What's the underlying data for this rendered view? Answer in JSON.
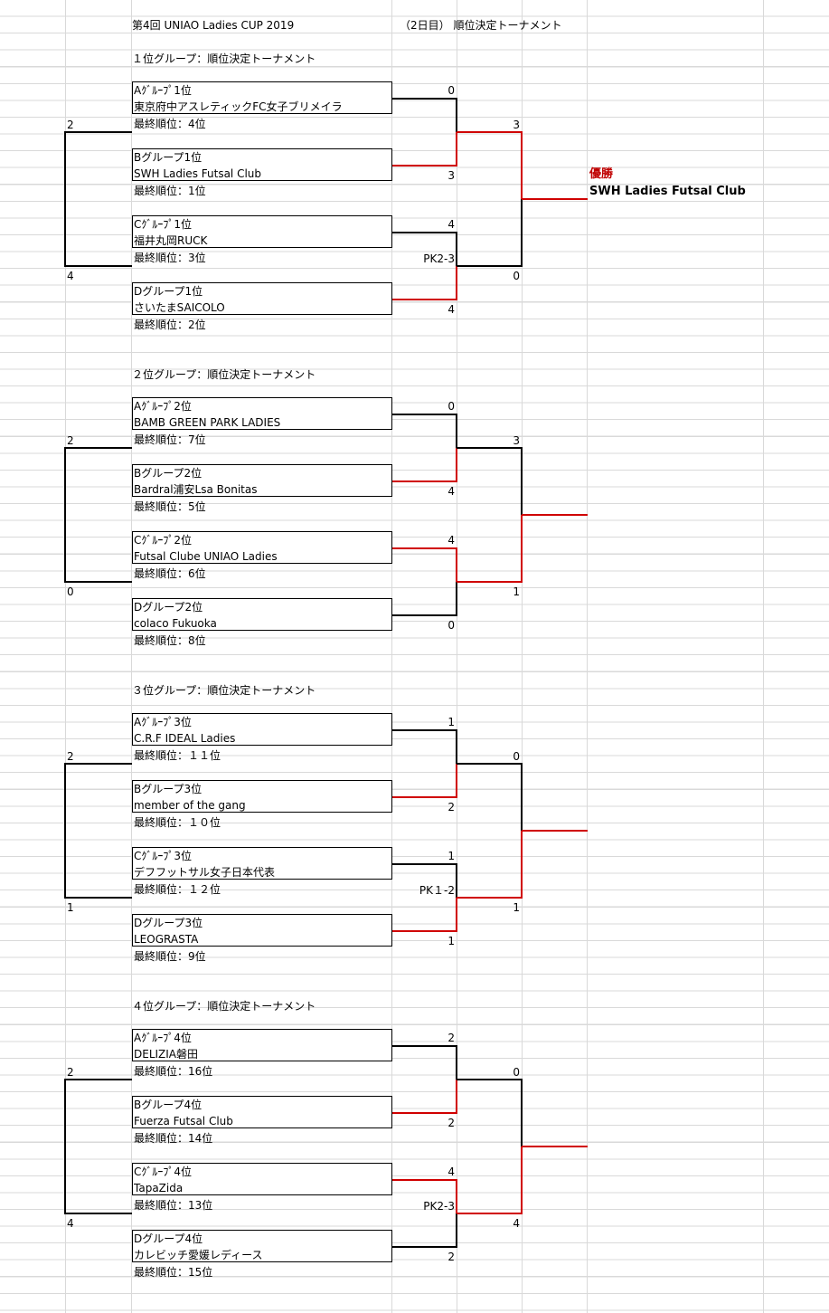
{
  "title": "第4回 UNIAO Ladies CUP 2019",
  "subtitle": "（2日目） 順位決定トーナメント",
  "champion": {
    "label": "優勝",
    "team": "SWH Ladies Futsal Club"
  },
  "groups": [
    {
      "heading": "１位グループ：順位決定トーナメント",
      "teams": [
        {
          "seed": "Aｸﾞﾙｰﾌﾟ1位",
          "name": "東京府中アスレティックFC女子ブリメイラ",
          "rank": "最終順位：4位"
        },
        {
          "seed": "Bグループ1位",
          "name": "SWH Ladies Futsal Club",
          "rank": "最終順位：1位"
        },
        {
          "seed": "Cｸﾞﾙｰﾌﾟ1位",
          "name": "福井丸岡RUCK",
          "rank": "最終順位：3位"
        },
        {
          "seed": "Dグループ1位",
          "name": "さいたまSAICOLO",
          "rank": "最終順位：2位"
        }
      ],
      "scores": [
        "0",
        "3",
        "4",
        "PK2-3",
        "4",
        "3",
        "0",
        "2",
        "4"
      ]
    },
    {
      "heading": "２位グループ：順位決定トーナメント",
      "teams": [
        {
          "seed": "Aｸﾞﾙｰﾌﾟ2位",
          "name": "BAMB GREEN PARK LADIES",
          "rank": "最終順位：7位"
        },
        {
          "seed": "Bグループ2位",
          "name": "Bardral浦安Lsa Bonitas",
          "rank": "最終順位：5位"
        },
        {
          "seed": "Cｸﾞﾙｰﾌﾟ2位",
          "name": "Futsal Clube UNIAO Ladies",
          "rank": "最終順位：6位"
        },
        {
          "seed": "Dグループ2位",
          "name": "colaco Fukuoka",
          "rank": "最終順位：8位"
        }
      ],
      "scores": [
        "0",
        "4",
        "4",
        "",
        "0",
        "3",
        "1",
        "2",
        "0"
      ]
    },
    {
      "heading": "３位グループ：順位決定トーナメント",
      "teams": [
        {
          "seed": "Aｸﾞﾙｰﾌﾟ3位",
          "name": "C.R.F IDEAL Ladies",
          "rank": "最終順位：１１位"
        },
        {
          "seed": "Bグループ3位",
          "name": "member of the gang",
          "rank": "最終順位：１０位"
        },
        {
          "seed": "Cｸﾞﾙｰﾌﾟ3位",
          "name": "デフフットサル女子日本代表",
          "rank": "最終順位：１２位"
        },
        {
          "seed": "Dグループ3位",
          "name": "LEOGRASTA",
          "rank": "最終順位：9位"
        }
      ],
      "scores": [
        "1",
        "2",
        "1",
        "PK１-2",
        "1",
        "0",
        "1",
        "2",
        "1"
      ]
    },
    {
      "heading": "４位グループ：順位決定トーナメント",
      "teams": [
        {
          "seed": "Aｸﾞﾙｰﾌﾟ4位",
          "name": "DELIZIA磐田",
          "rank": "最終順位：16位"
        },
        {
          "seed": "Bグループ4位",
          "name": "Fuerza Futsal Club",
          "rank": "最終順位：14位"
        },
        {
          "seed": "Cｸﾞﾙｰﾌﾟ4位",
          "name": "TapaZida",
          "rank": "最終順位：13位"
        },
        {
          "seed": "Dグループ4位",
          "name": "カレビッチ愛媛レディース",
          "rank": "最終順位：15位"
        }
      ],
      "scores": [
        "2",
        "2",
        "4",
        "PK2-3",
        "2",
        "0",
        "4",
        "2",
        "4"
      ]
    }
  ],
  "colors": {
    "winner_line": "#d00000",
    "line": "#000000",
    "grid": "#d9d9d9"
  }
}
